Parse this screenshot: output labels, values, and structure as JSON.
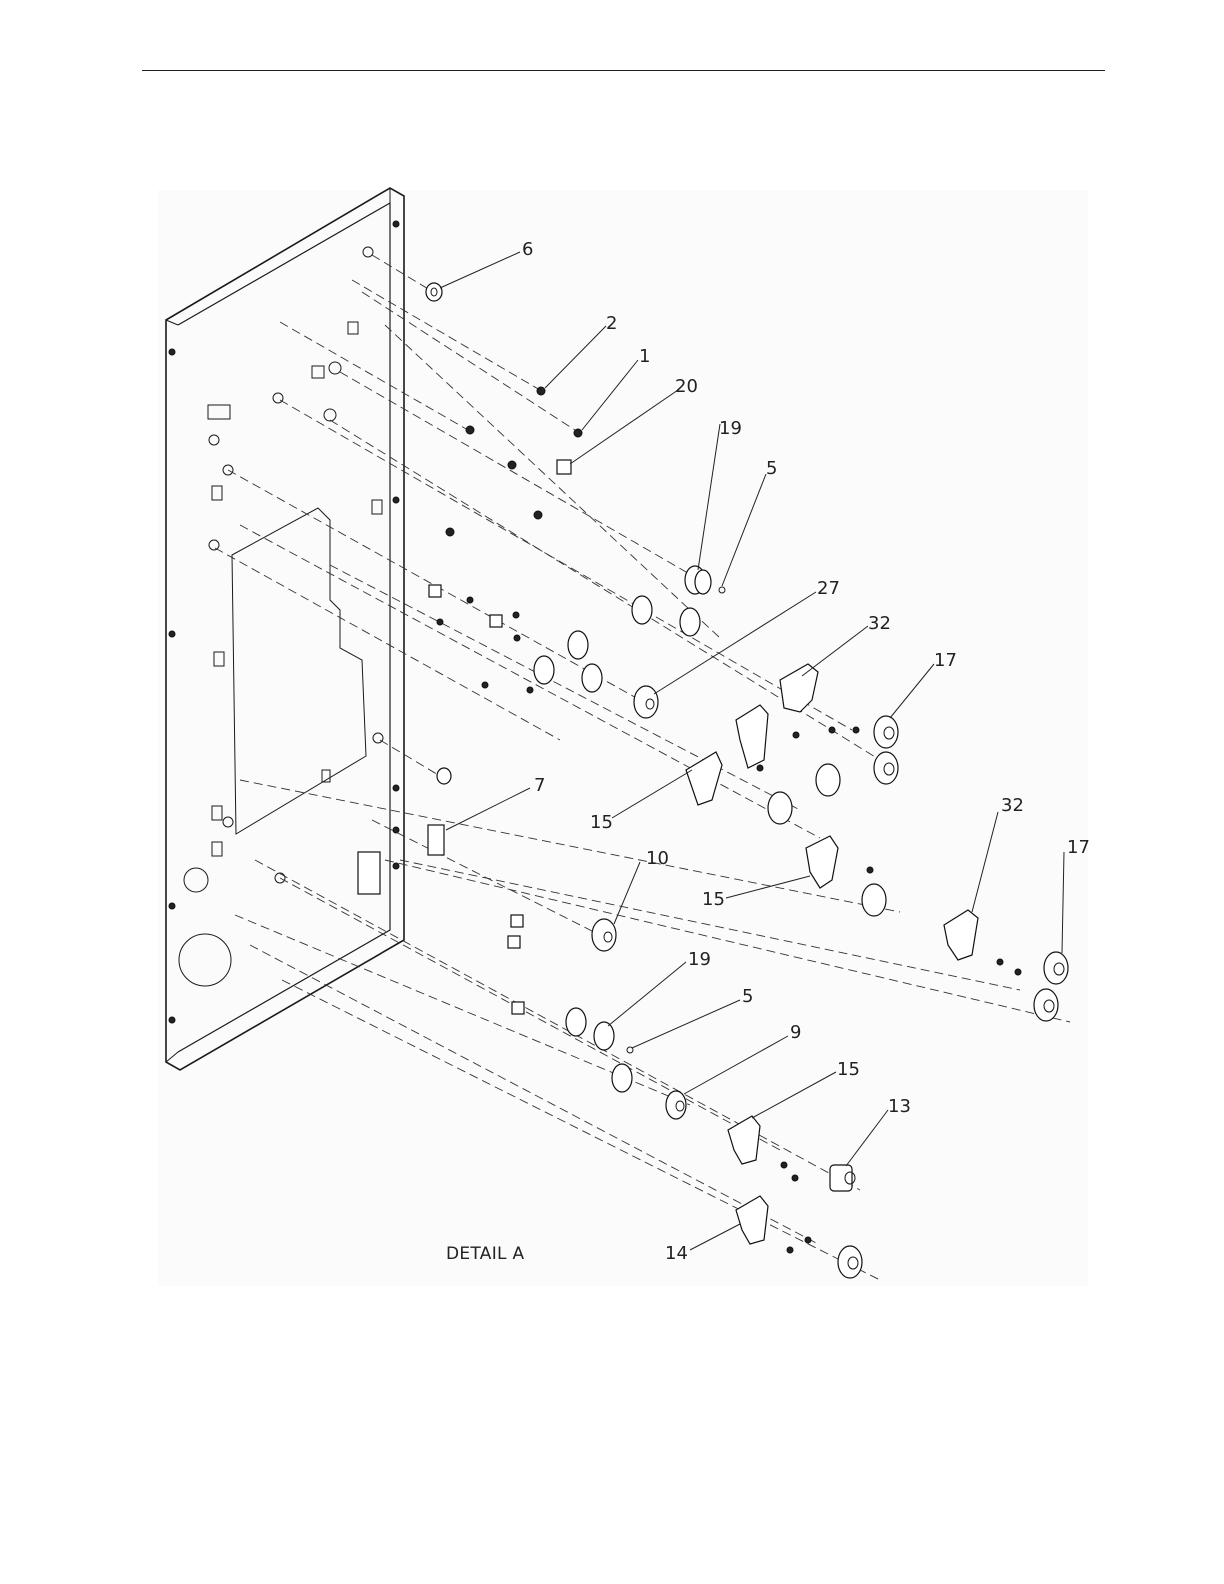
{
  "figure": {
    "detail_label": "DETAIL A",
    "callouts": [
      {
        "id": "c6",
        "text": "6"
      },
      {
        "id": "c2",
        "text": "2"
      },
      {
        "id": "c1",
        "text": "1"
      },
      {
        "id": "c20",
        "text": "20"
      },
      {
        "id": "c19a",
        "text": "19"
      },
      {
        "id": "c5a",
        "text": "5"
      },
      {
        "id": "c27",
        "text": "27"
      },
      {
        "id": "c32a",
        "text": "32"
      },
      {
        "id": "c17a",
        "text": "17"
      },
      {
        "id": "c7",
        "text": "7"
      },
      {
        "id": "c15a",
        "text": "15"
      },
      {
        "id": "c10",
        "text": "10"
      },
      {
        "id": "c15b",
        "text": "15"
      },
      {
        "id": "c32b",
        "text": "32"
      },
      {
        "id": "c17b",
        "text": "17"
      },
      {
        "id": "c19b",
        "text": "19"
      },
      {
        "id": "c5b",
        "text": "5"
      },
      {
        "id": "c9",
        "text": "9"
      },
      {
        "id": "c15c",
        "text": "15"
      },
      {
        "id": "c13",
        "text": "13"
      },
      {
        "id": "c14",
        "text": "14"
      }
    ]
  }
}
